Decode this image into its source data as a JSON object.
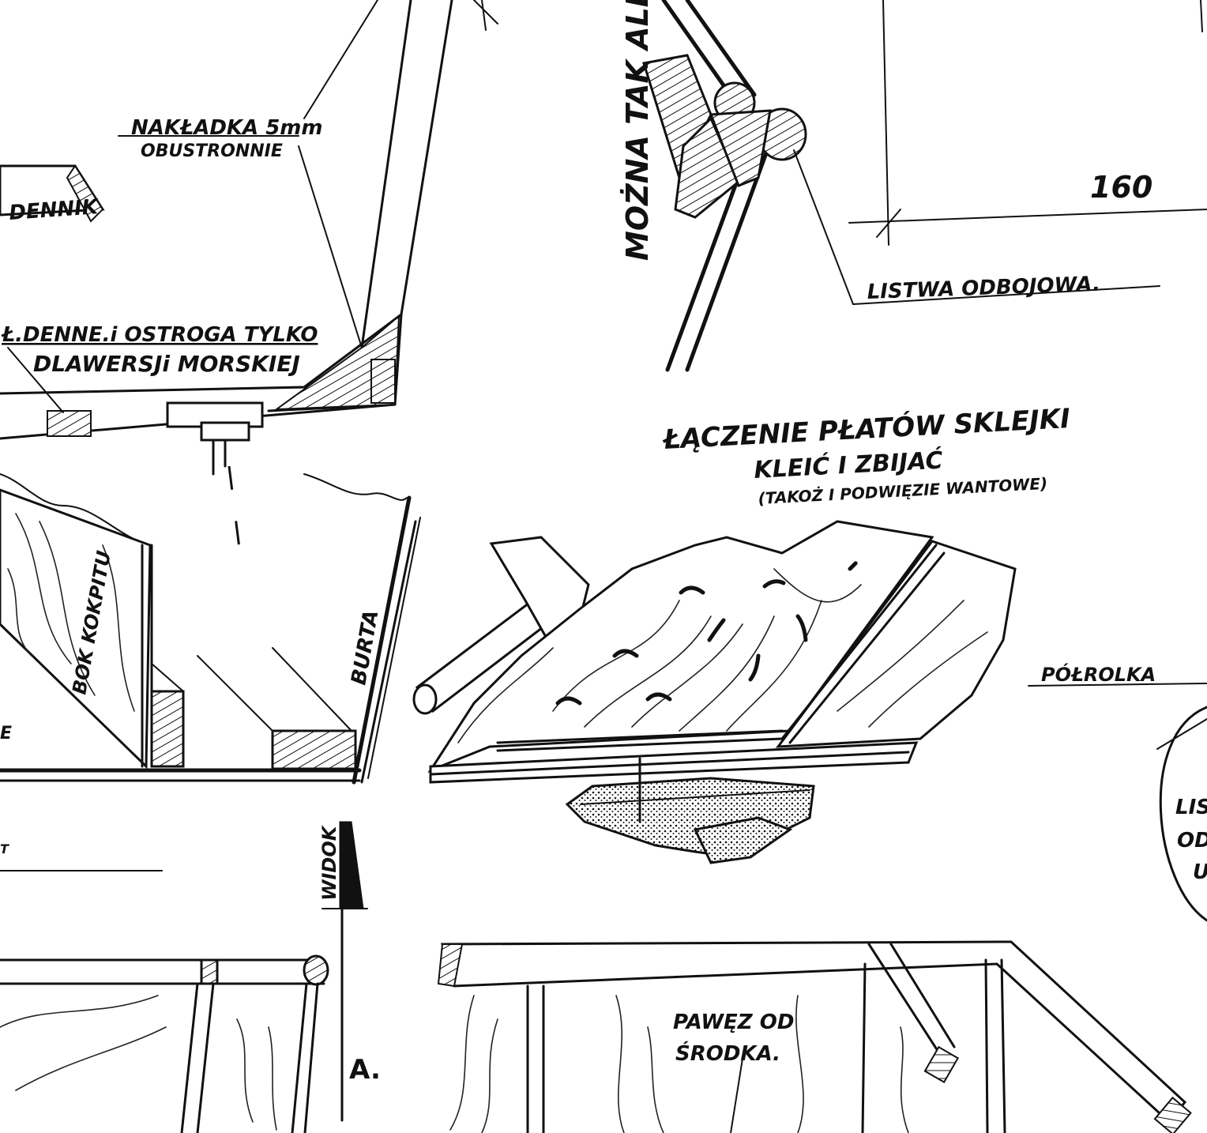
{
  "labels": {
    "denniki": "DENNIK",
    "nakladka_1": "NAKŁADKA 5mm",
    "nakladka_2": "OBUSTRONNIE",
    "pl_denne_1": "Ł.DENNE.i OSTROGA TYLKO",
    "pl_denne_2": "DLAWERSJi MORSKIEJ",
    "mozna_tak": "MOŻNA TAK ALE",
    "dim_160": "160",
    "listwa_odbojowa": "LISTWA ODBOJOWA.",
    "laczenie_1": "ŁĄCZENIE PŁATÓW SKLEJKI",
    "laczenie_2": "KLEIĆ I ZBIJAĆ",
    "laczenie_3": "(TAKOŻ I PODWIĘZIE WANTOWE)",
    "bok_kokpitu": "BOK KOKPITU",
    "burta": "BURTA",
    "polrolka": "PÓŁROLKA",
    "widok": "WIDOK",
    "marker_a": "A.",
    "pawez_1": "PAWĘZ OD",
    "pawez_2": "ŚRODKA.",
    "circle_1": "LIS",
    "circle_2": "OD",
    "circle_3": "U",
    "edge_left_e": "E",
    "edge_left_t": "T"
  },
  "colors": {
    "ink": "#111111",
    "paper": "#ffffff"
  }
}
